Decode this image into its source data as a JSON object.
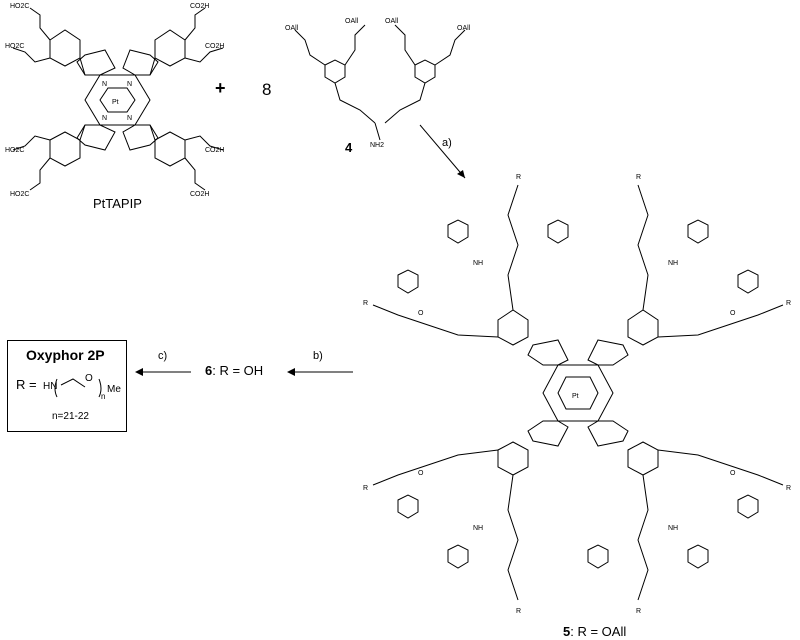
{
  "reactant1": {
    "label": "PtTAPIP",
    "metal": "Pt",
    "substituent": "CO2H",
    "substituent_alt": "HO2C"
  },
  "plus": "+",
  "reactant2": {
    "coefficient": "8",
    "compound_number": "4",
    "group": "OAll",
    "amine": "NH2"
  },
  "steps": {
    "a": "a)",
    "b": "b)",
    "c": "c)"
  },
  "product5": {
    "number": "5",
    "r_def": ": R = OAll",
    "metal": "Pt",
    "r": "R",
    "nh": "NH",
    "o": "O"
  },
  "product6": {
    "number": "6",
    "r_def": ": R = OH"
  },
  "oxyphor": {
    "title": "Oxyphor 2P",
    "r_prefix": "R =",
    "hn": "HN",
    "o": "O",
    "me": "Me",
    "n": "n",
    "n_range": "n=21-22"
  }
}
